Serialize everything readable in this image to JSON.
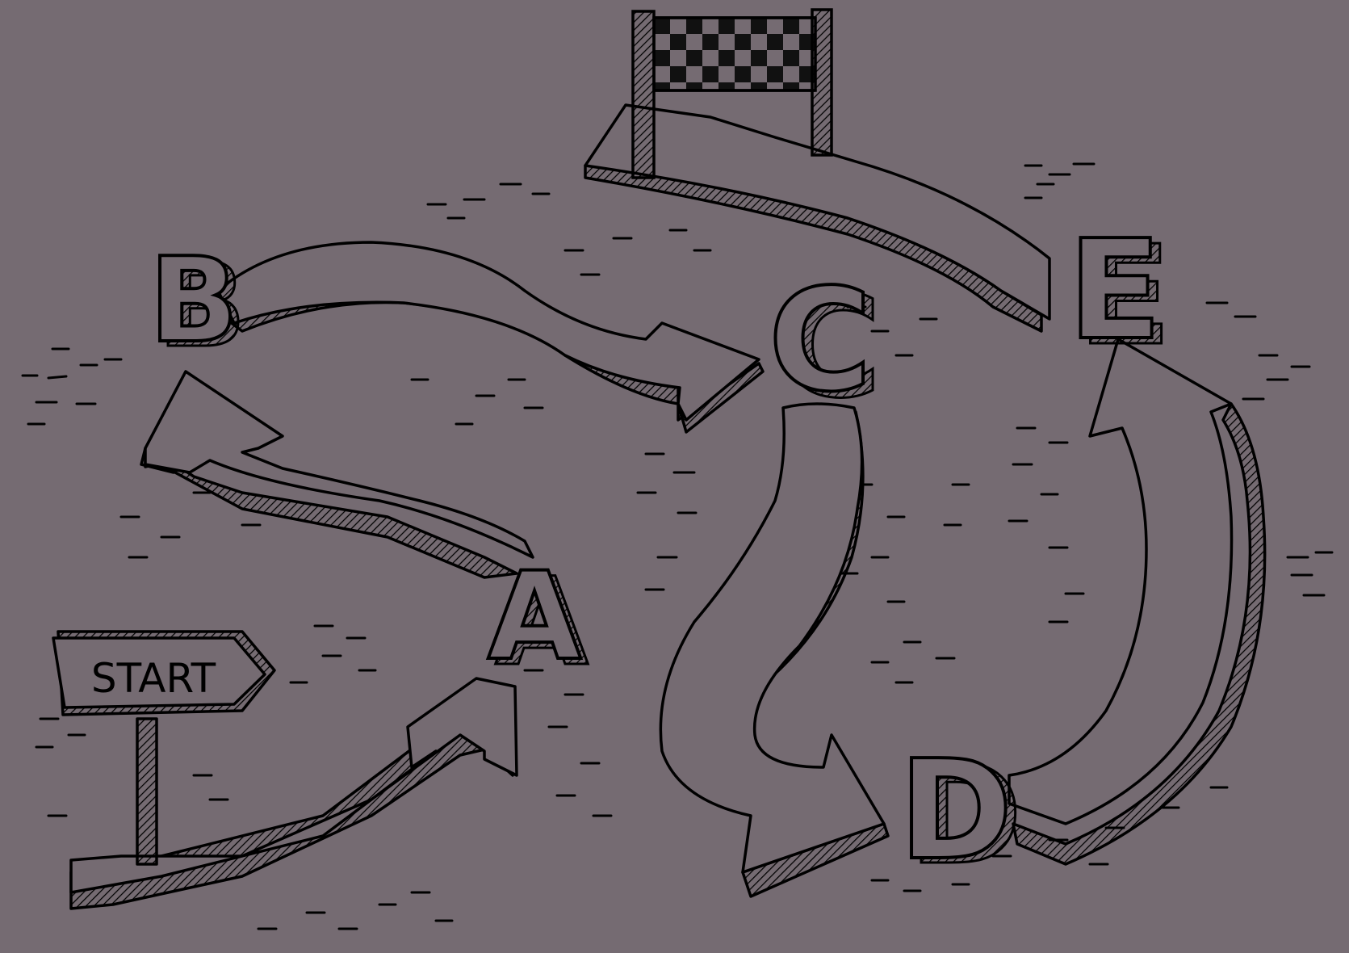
{
  "colors": {
    "background": "#756b72",
    "ink": "#000000",
    "path_fill": "#756b72"
  },
  "start_sign": {
    "label": "START"
  },
  "waypoints": [
    {
      "label": "A"
    },
    {
      "label": "B"
    },
    {
      "label": "C"
    },
    {
      "label": "D"
    },
    {
      "label": "E"
    }
  ],
  "finish": {
    "icon": "checkered-finish-gate-icon"
  }
}
